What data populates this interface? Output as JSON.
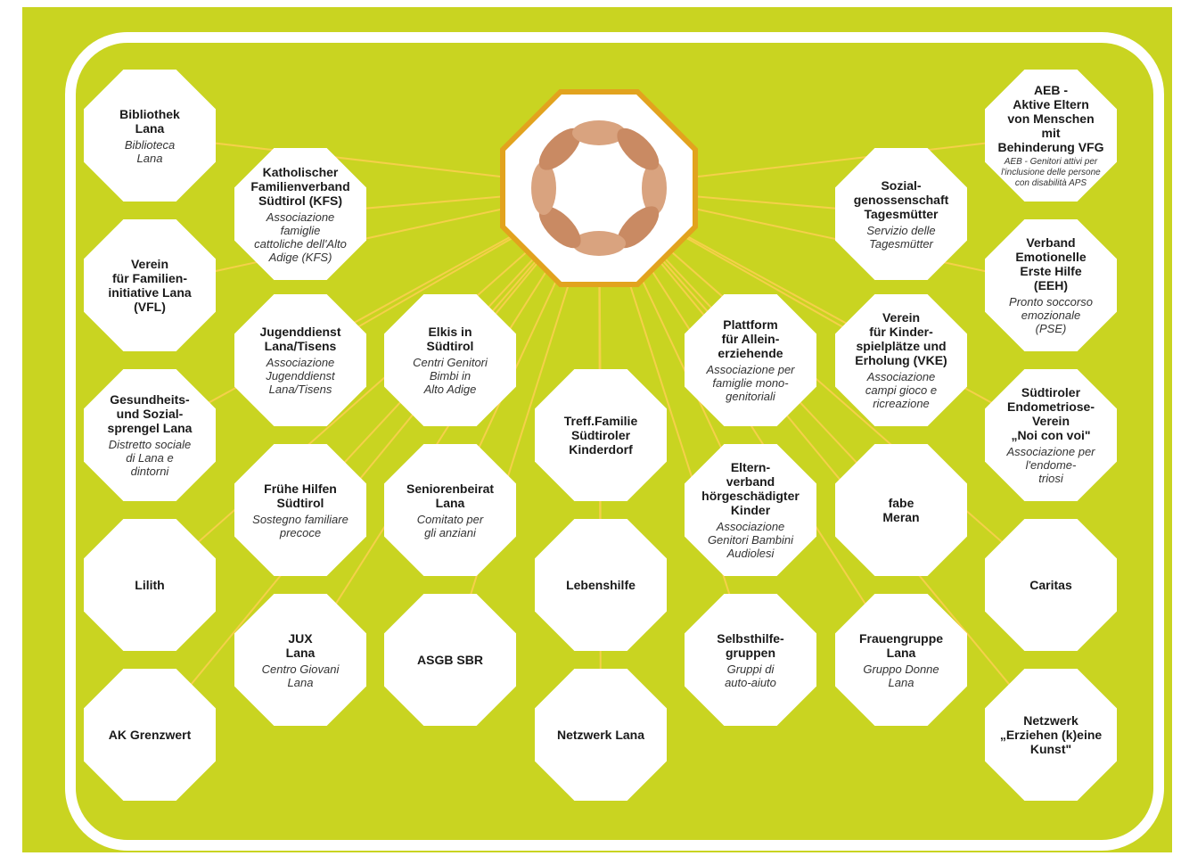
{
  "colors": {
    "background": "#c9d421",
    "frame": "#ffffff",
    "connector": "#f5d04a",
    "node_fill": "#ffffff",
    "center_border": "#e2a31e",
    "skin": "#d9a37f"
  },
  "center": {
    "icon": "hands-circle-photo"
  },
  "nodes": [
    {
      "id": "bibliothek",
      "title": "Bibliothek\nLana",
      "sub": "Biblioteca\nLana"
    },
    {
      "id": "kfs",
      "title": "Katholischer\nFamilienverband\nSüdtirol (KFS)",
      "sub": "Associazione famiglie\ncattoliche dell'Alto\nAdige (KFS)"
    },
    {
      "id": "vfl",
      "title": "Verein\nfür Familien-\ninitiative Lana\n(VFL)",
      "sub": ""
    },
    {
      "id": "jugenddienst",
      "title": "Jugenddienst\nLana/Tisens",
      "sub": "Associazione\nJugenddienst\nLana/Tisens"
    },
    {
      "id": "elkis",
      "title": "Elkis in\nSüdtirol",
      "sub": "Centri Genitori\nBimbi in\nAlto Adige"
    },
    {
      "id": "sprengel",
      "title": "Gesundheits-\nund Sozial-\nsprengel Lana",
      "sub": "Distretto sociale\ndi Lana e\ndintorni"
    },
    {
      "id": "fruehe",
      "title": "Frühe Hilfen\nSüdtirol",
      "sub": "Sostegno familiare\nprecoce"
    },
    {
      "id": "senioren",
      "title": "Seniorenbeirat\nLana",
      "sub": "Comitato per\ngli anziani"
    },
    {
      "id": "lilith",
      "title": "Lilith",
      "sub": ""
    },
    {
      "id": "jux",
      "title": "JUX\nLana",
      "sub": "Centro Giovani\nLana"
    },
    {
      "id": "asgb",
      "title": "ASGB SBR",
      "sub": ""
    },
    {
      "id": "akgrenz",
      "title": "AK Grenzwert",
      "sub": ""
    },
    {
      "id": "treff",
      "title": "Treff.Familie\nSüdtiroler\nKinderdorf",
      "sub": ""
    },
    {
      "id": "lebenshilfe",
      "title": "Lebenshilfe",
      "sub": ""
    },
    {
      "id": "netzlana",
      "title": "Netzwerk Lana",
      "sub": ""
    },
    {
      "id": "plattform",
      "title": "Plattform\nfür Allein-\nerziehende",
      "sub": "Associazione per\nfamiglie mono-\ngenitoriali"
    },
    {
      "id": "eltern",
      "title": "Eltern-\nverband\nhörgeschädigter\nKinder",
      "sub": "Associazione\nGenitori Bambini\nAudiolesi"
    },
    {
      "id": "selbst",
      "title": "Selbsthilfe-\ngruppen",
      "sub": "Gruppi di\nauto-aiuto"
    },
    {
      "id": "tages",
      "title": "Sozial-\ngenossenschaft\nTagesmütter",
      "sub": "Servizio delle\nTagesmütter"
    },
    {
      "id": "vke",
      "title": "Verein\nfür Kinder-\nspielplätze und\nErholung (VKE)",
      "sub": "Associazione\ncampi gioco e\nricreazione"
    },
    {
      "id": "fabe",
      "title": "fabe\nMeran",
      "sub": ""
    },
    {
      "id": "frauen",
      "title": "Frauengruppe\nLana",
      "sub": "Gruppo Donne\nLana"
    },
    {
      "id": "aeb",
      "title": "AEB -\nAktive Eltern\nvon Menschen mit\nBehinderung VFG",
      "sub": "AEB - Genitori attivi per\nl'inclusione delle persone\ncon disabilità APS"
    },
    {
      "id": "eeh",
      "title": "Verband\nEmotionelle\nErste Hilfe\n(EEH)",
      "sub": "Pronto soccorso\nemozionale\n(PSE)"
    },
    {
      "id": "endo",
      "title": "Südtiroler\nEndometriose-\nVerein\n„Noi con voi\"",
      "sub": "Associazione per\nl'endome-\ntriosi"
    },
    {
      "id": "caritas",
      "title": "Caritas",
      "sub": ""
    },
    {
      "id": "erziehen",
      "title": "Netzwerk\n„Erziehen (k)eine\nKunst\"",
      "sub": ""
    }
  ]
}
